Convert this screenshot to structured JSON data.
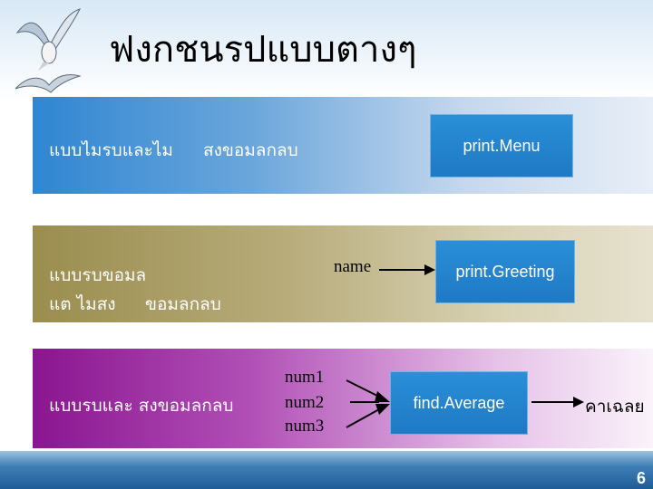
{
  "slide": {
    "title": "ฟงกชนรปแบบตางๆ",
    "page_number": "6"
  },
  "row1": {
    "desc_left": "แบบไมรบและไม",
    "desc_right": "สงขอมลกลบ",
    "function_box": "print.Menu"
  },
  "row2": {
    "desc_line1": "แบบรบขอมล",
    "desc_line2a": "แต ไมสง",
    "desc_line2b": "ขอมลกลบ",
    "input_label": "name",
    "function_box": "print.Greeting"
  },
  "row3": {
    "desc": "แบบรบและ สงขอมลกลบ",
    "inputs": [
      "num1",
      "num2",
      "num3"
    ],
    "function_box": "find.Average",
    "output_label": "คาเฉลย"
  },
  "colors": {
    "box_blue": "#2284cc",
    "row1": "#2f86d2",
    "row2": "#9a8d4e",
    "row3": "#8a1590"
  }
}
